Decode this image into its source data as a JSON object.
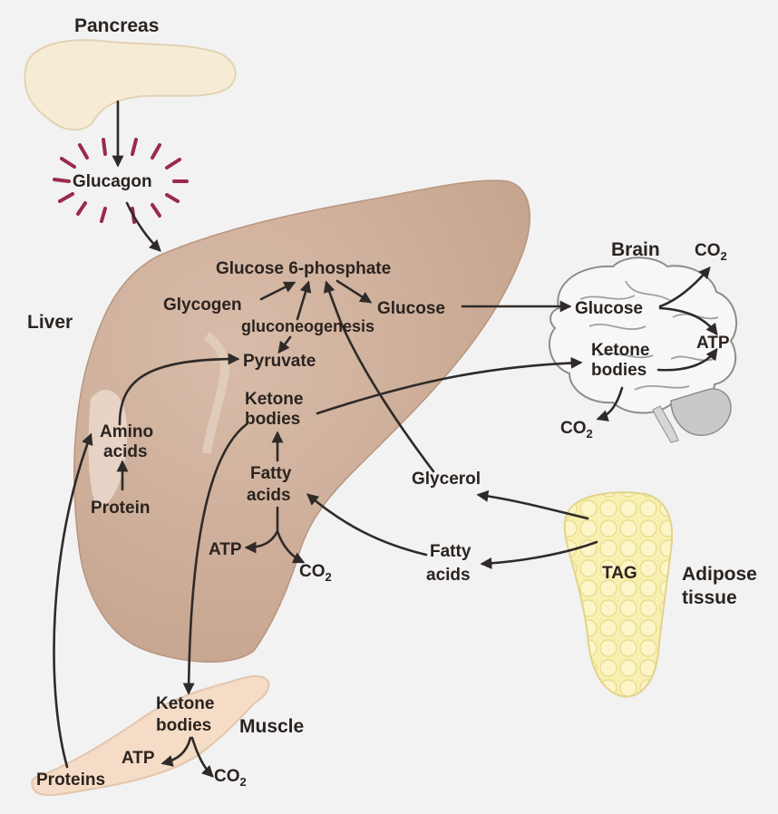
{
  "organs": {
    "pancreas": "Pancreas",
    "liver": "Liver",
    "brain": "Brain",
    "muscle": "Muscle",
    "adipose_line1": "Adipose",
    "adipose_line2": "tissue"
  },
  "hormone": {
    "glucagon": "Glucagon"
  },
  "liver": {
    "glucose6p": "Glucose 6-phosphate",
    "glycogen": "Glycogen",
    "glucose": "Glucose",
    "gluconeogenesis": "gluconeogenesis",
    "pyruvate": "Pyruvate",
    "ketone_line1": "Ketone",
    "ketone_line2": "bodies",
    "amino_line1": "Amino",
    "amino_line2": "acids",
    "protein": "Protein",
    "fatty_line1": "Fatty",
    "fatty_line2": "acids",
    "atp": "ATP",
    "co2": "CO",
    "co2_sub": "2"
  },
  "brain": {
    "glucose": "Glucose",
    "ketone_line1": "Ketone",
    "ketone_line2": "bodies",
    "atp": "ATP",
    "co2_top": "CO",
    "co2_top_sub": "2",
    "co2_bottom": "CO",
    "co2_bottom_sub": "2"
  },
  "adipose": {
    "tag": "TAG",
    "glycerol": "Glycerol",
    "fatty_line1": "Fatty",
    "fatty_line2": "acids"
  },
  "muscle": {
    "ketone_line1": "Ketone",
    "ketone_line2": "bodies",
    "atp": "ATP",
    "co2": "CO",
    "co2_sub": "2",
    "proteins": "Proteins"
  },
  "colors": {
    "liver": "#c9a893",
    "pancreas": "#f6ecd6",
    "fat": "#f8f0b0",
    "muscle": "#f5dcc6",
    "brain": "#f5f5f5",
    "glucagon_burst": "#9a2a4a"
  }
}
